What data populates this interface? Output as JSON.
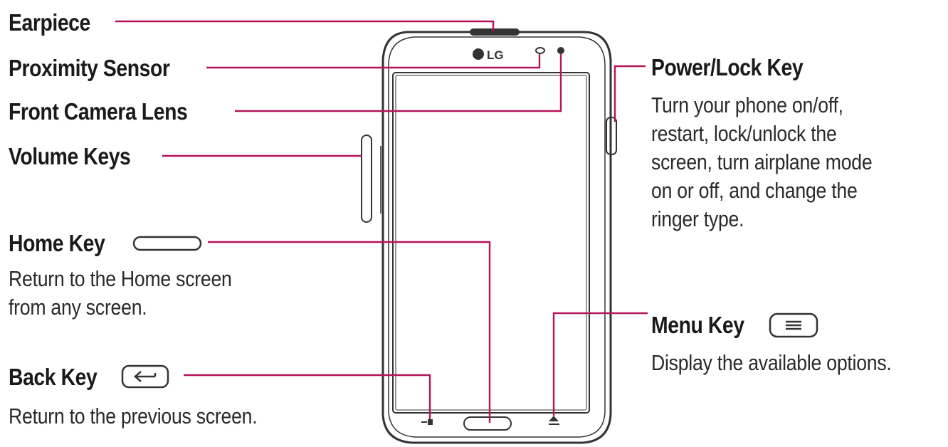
{
  "labels": {
    "earpiece": "Earpiece",
    "proximity_sensor": "Proximity Sensor",
    "front_camera_lens": "Front Camera Lens",
    "volume_keys": "Volume Keys",
    "home_key": "Home Key",
    "back_key": "Back Key",
    "power_lock_key": "Power/Lock Key",
    "menu_key": "Menu Key"
  },
  "descriptions": {
    "home_key": [
      "Return to the Home screen",
      "from any screen."
    ],
    "back_key": "Return to the previous screen.",
    "power_lock_key": [
      "Turn your phone on/off,",
      "restart, lock/unlock the",
      "screen, turn airplane mode",
      "on or off, and change the",
      "ringer type."
    ],
    "menu_key": "Display the available options."
  },
  "brand": "LG",
  "colors": {
    "leader_line": "#b4145a",
    "outline": "#333333",
    "text": "#1a1a1a"
  },
  "icons": {
    "home_key": "home-key-pill-icon",
    "back_key": "back-arrow-icon",
    "menu_key": "menu-lines-icon"
  }
}
